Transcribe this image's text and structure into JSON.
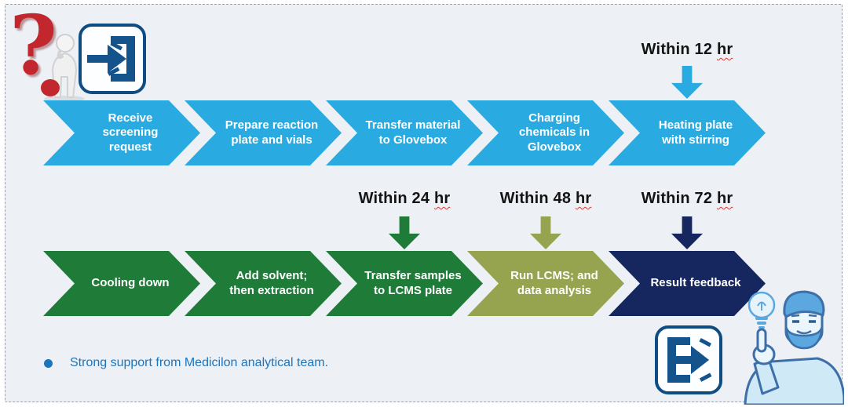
{
  "flow": {
    "row1": {
      "steps": [
        {
          "label": "Receive screening request",
          "color": "#29ABE2"
        },
        {
          "label": "Prepare reaction plate and vials",
          "color": "#29ABE2"
        },
        {
          "label": "Transfer material to Glovebox",
          "color": "#29ABE2"
        },
        {
          "label": "Charging chemicals in Glovebox",
          "color": "#29ABE2"
        },
        {
          "label": "Heating plate with stirring",
          "color": "#29ABE2"
        }
      ],
      "annotations": [
        {
          "text": "Within 12",
          "unit": "hr",
          "arrow_color": "#29ABE2",
          "points_to": "Heating plate with stirring"
        }
      ]
    },
    "row2": {
      "steps": [
        {
          "label": "Cooling down",
          "color": "#1F7C38"
        },
        {
          "label": "Add solvent; then extraction",
          "color": "#1F7C38"
        },
        {
          "label": "Transfer samples to LCMS plate",
          "color": "#1F7C38"
        },
        {
          "label": "Run LCMS; and data analysis",
          "color": "#96A44F"
        },
        {
          "label": "Result feedback",
          "color": "#15275E"
        }
      ],
      "annotations": [
        {
          "text": "Within 24",
          "unit": "hr",
          "arrow_color": "#1F7C38",
          "points_to": "Transfer samples to LCMS plate"
        },
        {
          "text": "Within 48",
          "unit": "hr",
          "arrow_color": "#96A44F",
          "points_to": "Run LCMS; and data analysis"
        },
        {
          "text": "Within 72",
          "unit": "hr",
          "arrow_color": "#15275E",
          "points_to": "Result feedback"
        }
      ]
    }
  },
  "note": {
    "text": "Strong support from Medicilon analytical team.",
    "bullet_color": "#1c75bb"
  },
  "icons": {
    "question_mark": "question-mark-3d-with-thinking-figure",
    "enter": "login-arrow-into-door",
    "exit": "logout-arrow-out-of-door",
    "person": "man-pointing-at-lightbulb"
  },
  "colors": {
    "background": "#EDF0F5",
    "panel_border": "#9aa1a8",
    "annotation_text": "#141414",
    "chevron_text": "#FFFFFF"
  }
}
